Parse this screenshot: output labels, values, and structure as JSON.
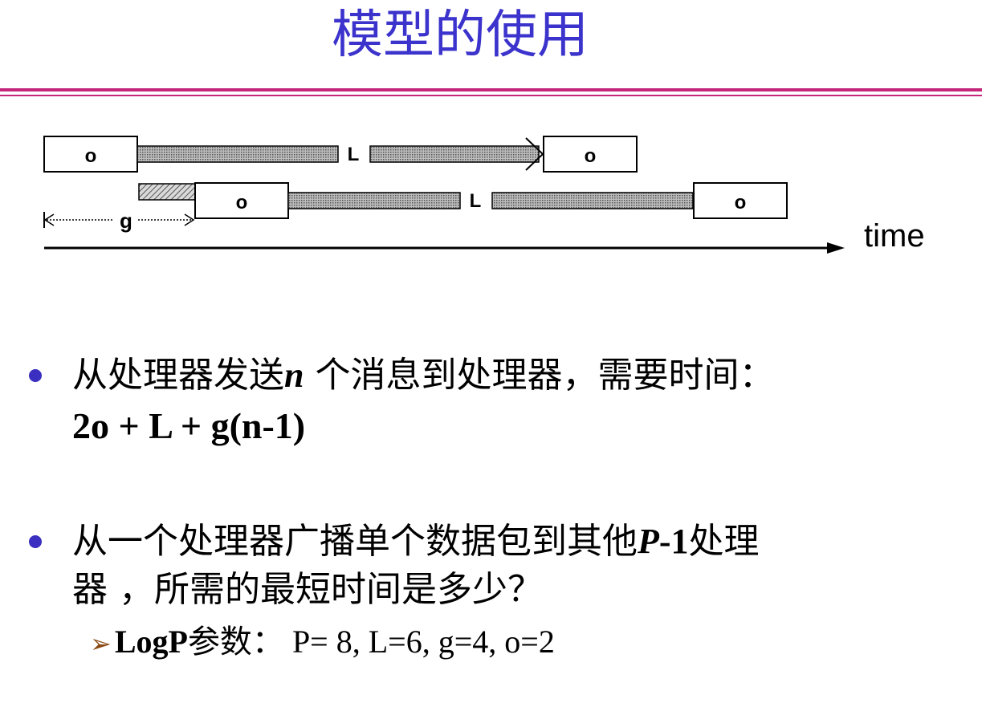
{
  "slide": {
    "title": "模型的使用"
  },
  "diagram": {
    "row1": {
      "overhead_start": "o",
      "latency": "L",
      "overhead_end": "o"
    },
    "row2": {
      "overhead_start": "o",
      "latency": "L",
      "overhead_end": "o"
    },
    "gap_label": "g",
    "time_label": "time"
  },
  "bullets": [
    {
      "prefix": "从处理器发送",
      "var": "n",
      "suffix": " 个消息到处理器，需要时间：",
      "formula": "2o + L + g(n-1)"
    },
    {
      "line1_prefix": "从一个处理器广播单个数据包到其他",
      "line1_var": "P",
      "line1_bold": "-1",
      "line1_suffix": "处理",
      "line2": "器 ，所需的最短时间是多少？",
      "sub": {
        "label": "LogP",
        "label_suffix": "参数：",
        "params": "P= 8,  L=6,  g=4,  o=2"
      }
    }
  ],
  "colors": {
    "title": "#3b33cc",
    "rule": "#c4267a",
    "bullet": "#3a2fc0",
    "sub_arrow": "#8a4a12"
  }
}
